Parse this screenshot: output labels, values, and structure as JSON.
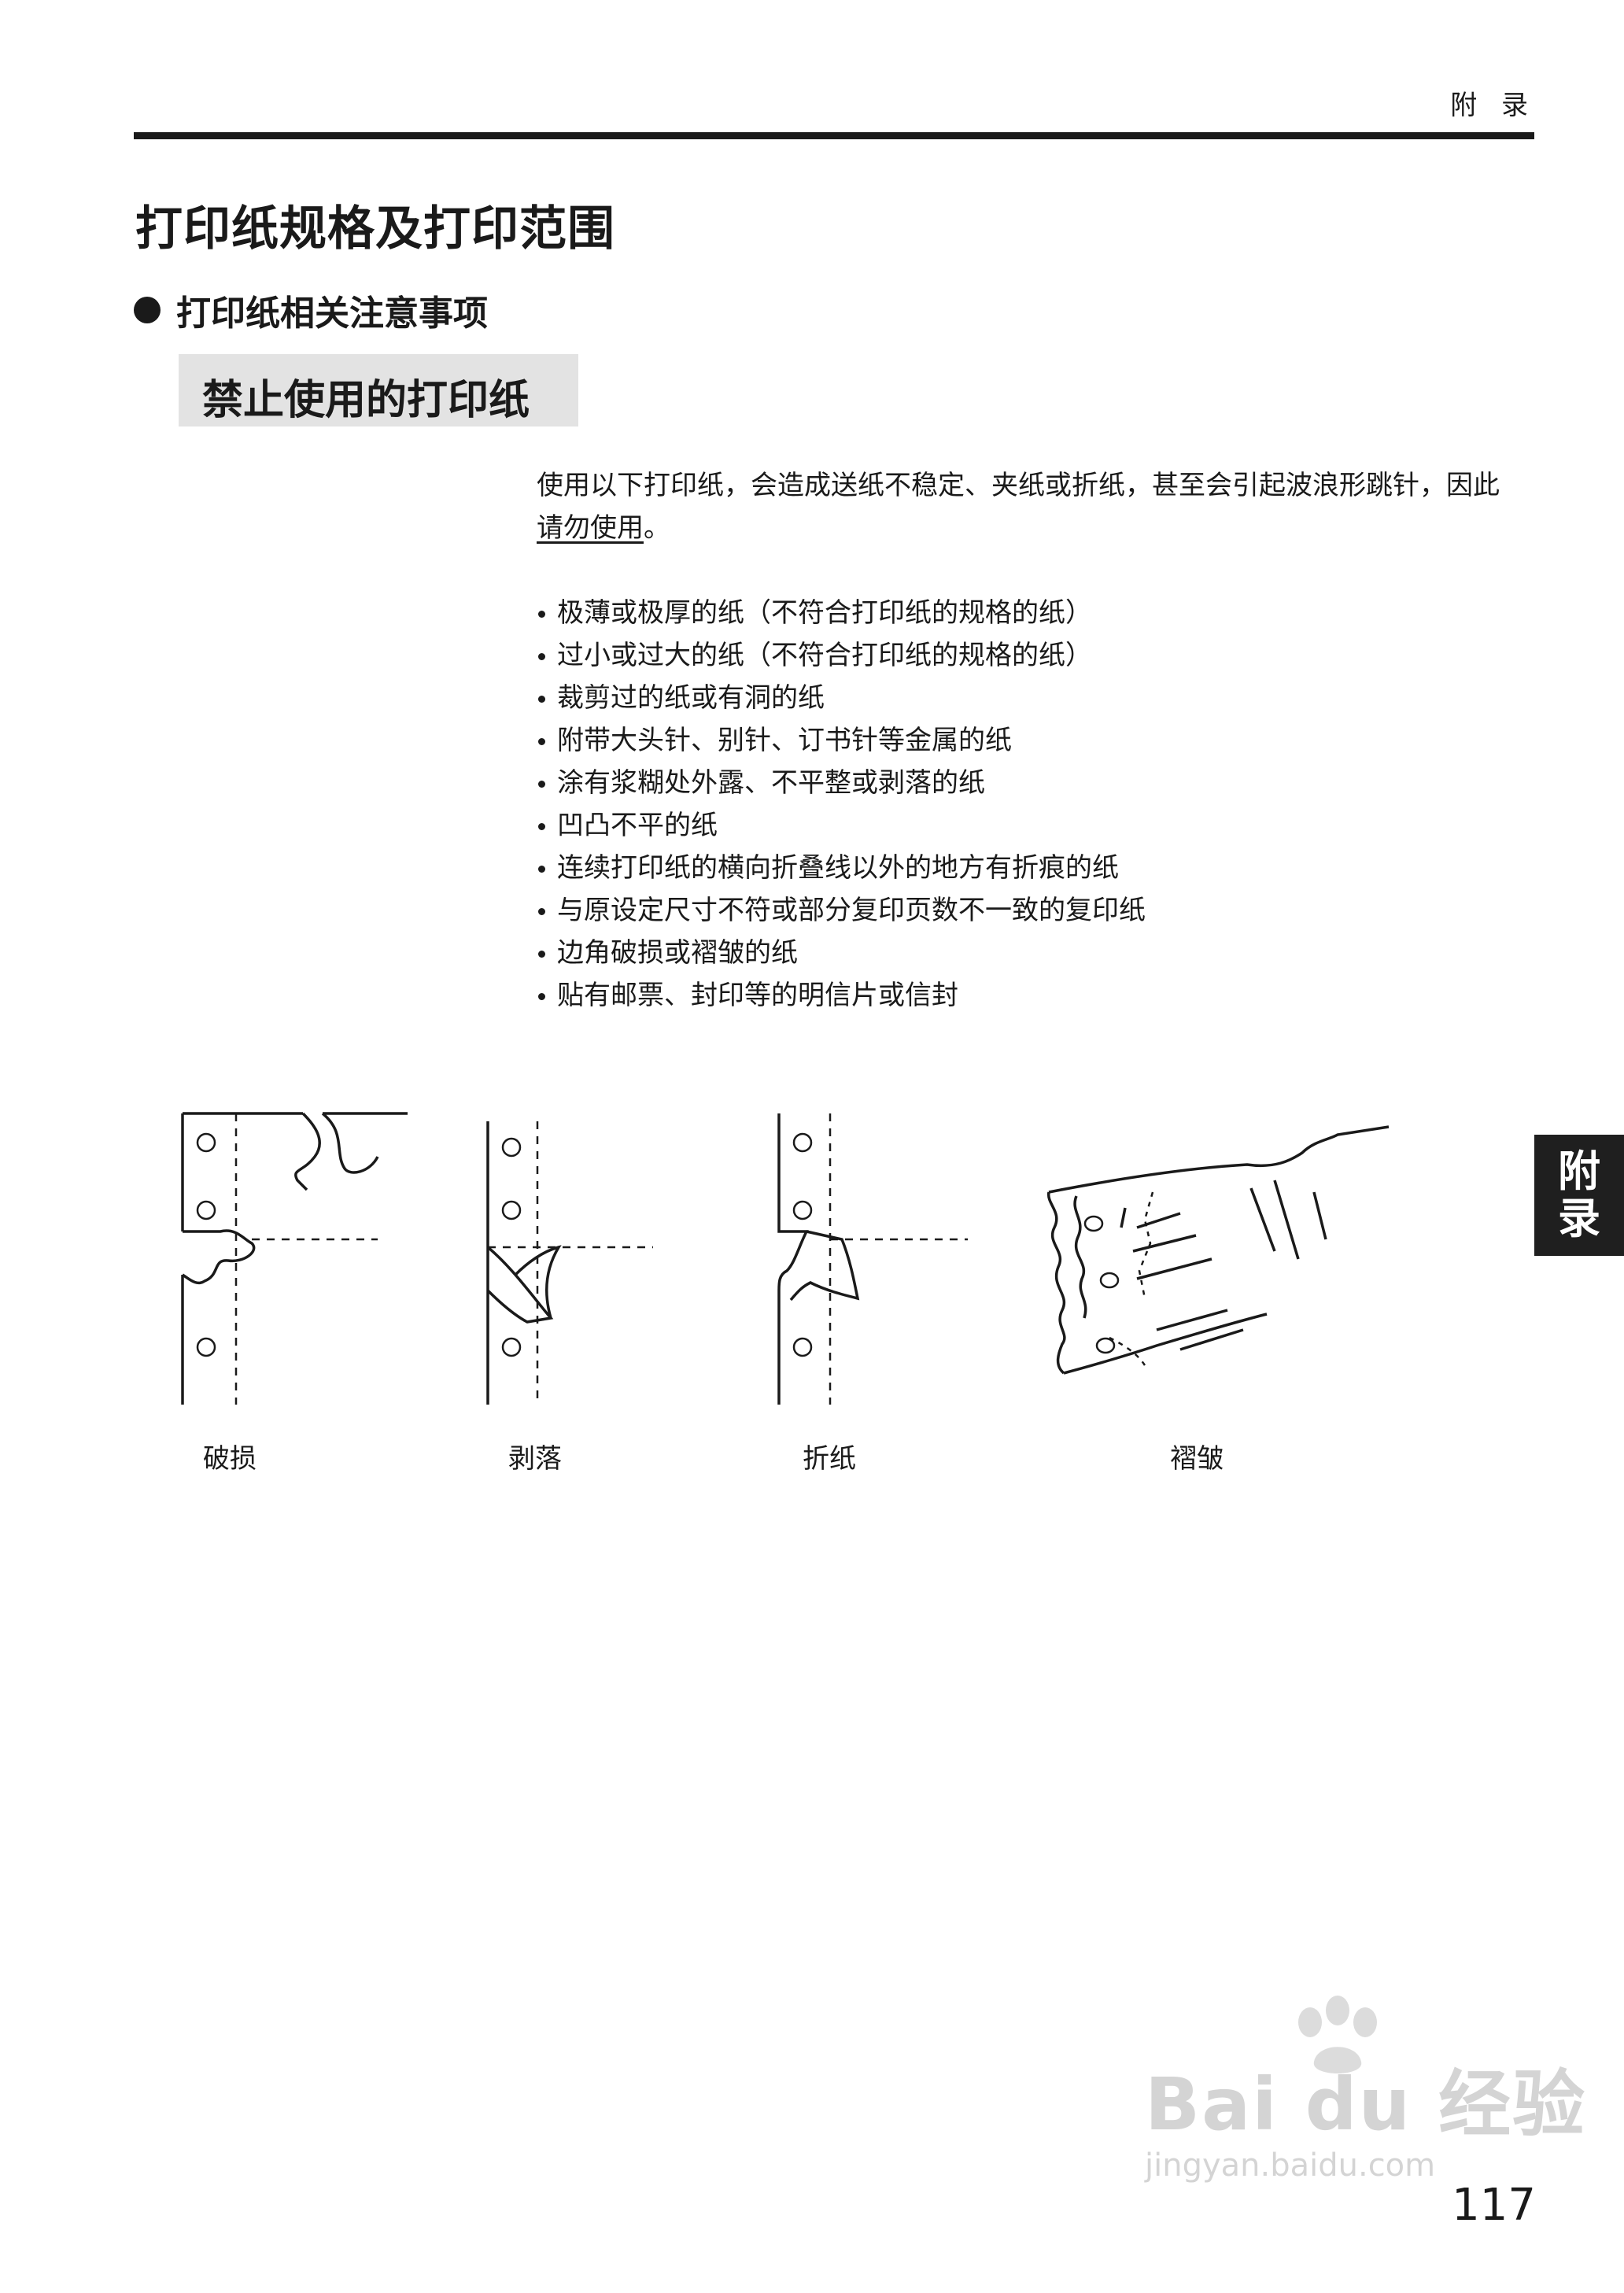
{
  "header": {
    "section_label": "附 录"
  },
  "title": "打印纸规格及打印范围",
  "section_heading": "打印纸相关注意事项",
  "sub_heading": "禁止使用的打印纸",
  "intro": {
    "text_before": "使用以下打印纸，会造成送纸不稳定、夹纸或折纸，甚至会引起波浪形跳针，因此",
    "emphasis": "请勿使用",
    "text_after": "。"
  },
  "prohibited_items": [
    "极薄或极厚的纸（不符合打印纸的规格的纸）",
    "过小或过大的纸（不符合打印纸的规格的纸）",
    "裁剪过的纸或有洞的纸",
    "附带大头针、别针、订书针等金属的纸",
    "涂有浆糊处外露、不平整或剥落的纸",
    "凹凸不平的纸",
    "连续打印纸的横向折叠线以外的地方有折痕的纸",
    "与原设定尺寸不符或部分复印页数不一致的复印纸",
    "边角破损或褶皱的纸",
    "贴有邮票、封印等的明信片或信封"
  ],
  "figures": [
    {
      "caption": "破损",
      "icon": "torn-paper-illustration"
    },
    {
      "caption": "剥落",
      "icon": "peeling-paper-illustration"
    },
    {
      "caption": "折纸",
      "icon": "folded-paper-illustration"
    },
    {
      "caption": "褶皱",
      "icon": "wrinkled-paper-illustration"
    }
  ],
  "side_tab": {
    "line1": "附",
    "line2": "录"
  },
  "watermark": {
    "brand": "Bai du 经验",
    "url": "jingyan.baidu.com",
    "icon": "paw-logo-icon"
  },
  "page_number": "117"
}
